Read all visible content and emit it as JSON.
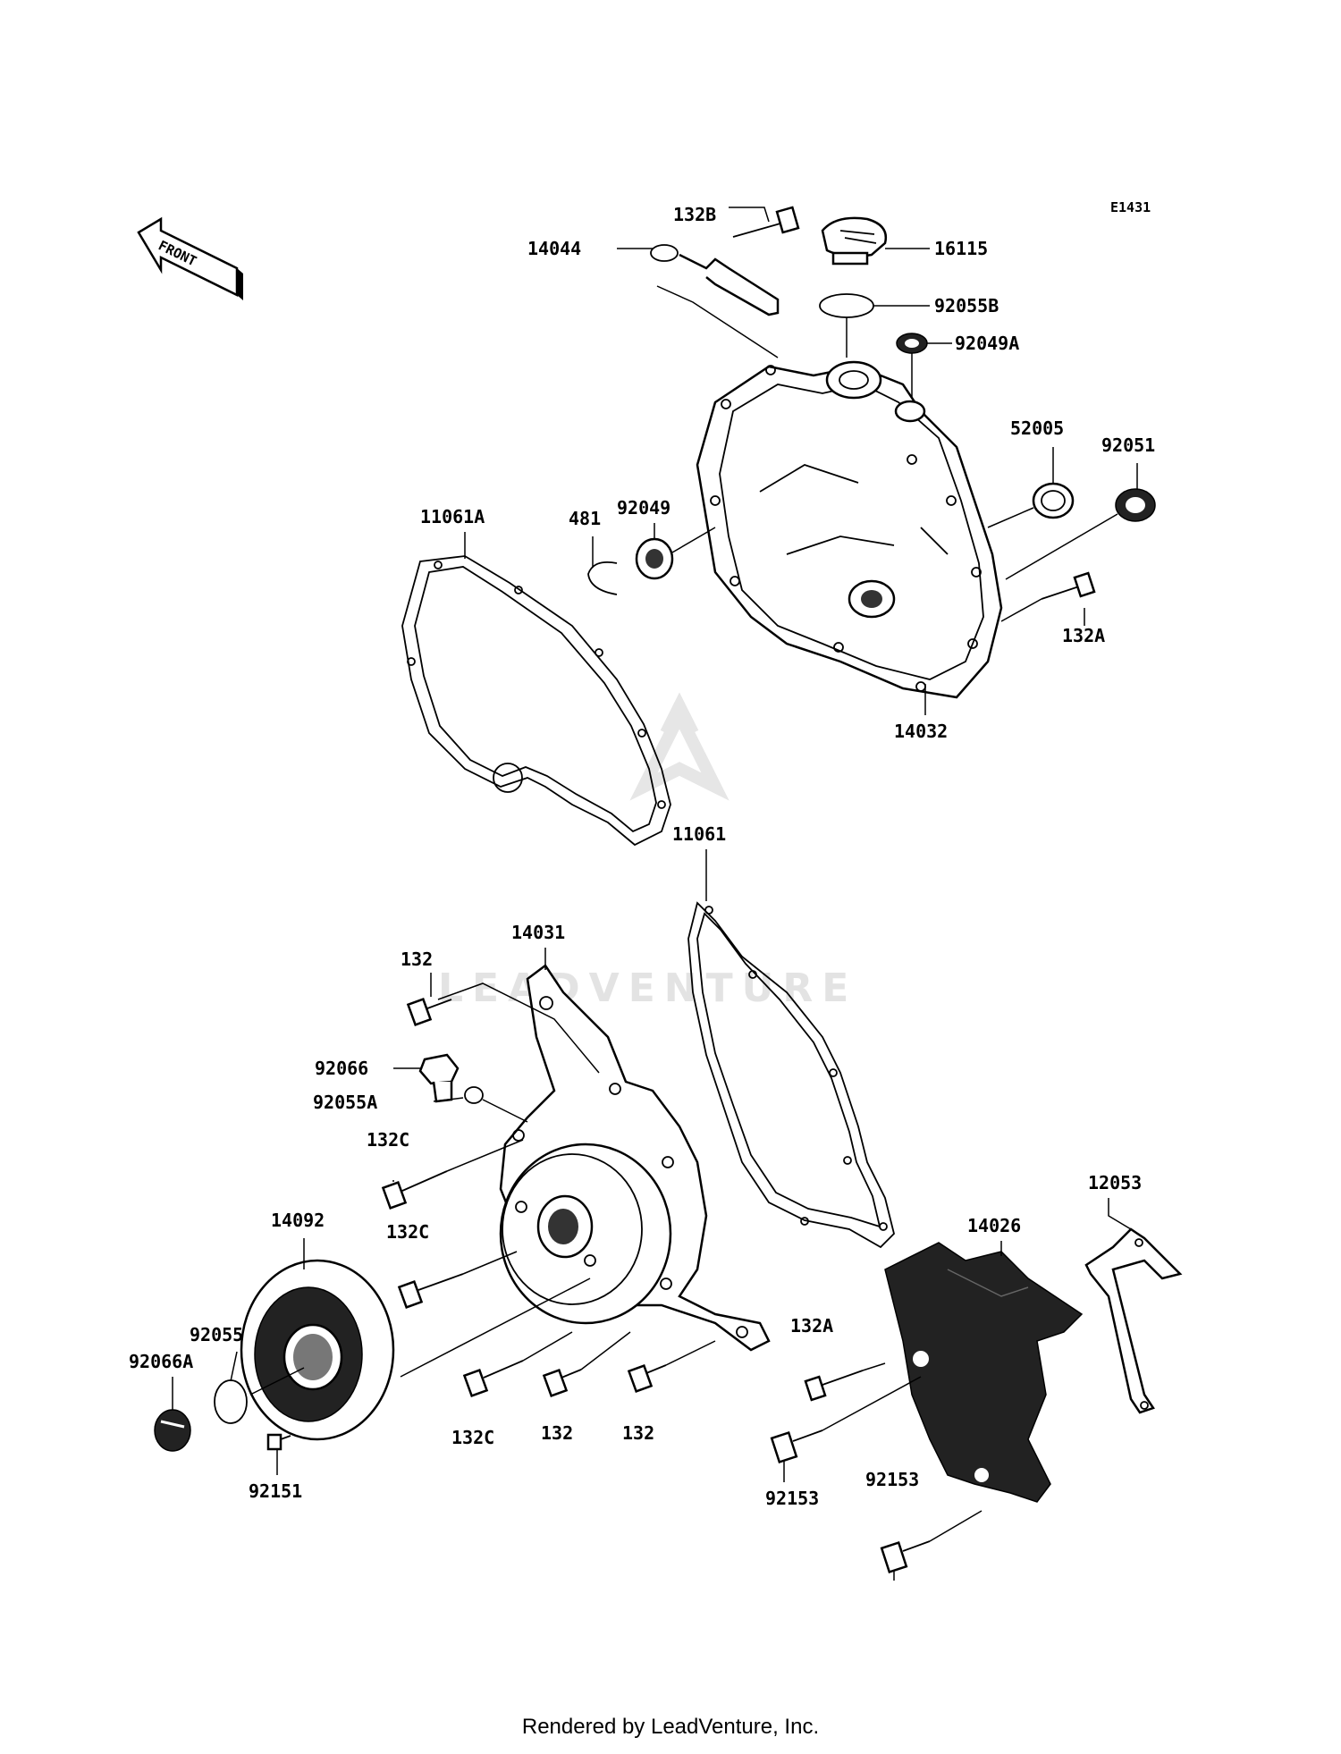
{
  "diagram_code": "E1431",
  "front_label": "FRONT",
  "watermark": "LEADVENTURE",
  "footer": "Rendered by LeadVenture, Inc.",
  "parts": {
    "p132B": "132B",
    "p14044": "14044",
    "p16115": "16115",
    "p92055B": "92055B",
    "p92049A": "92049A",
    "p52005": "52005",
    "p92051": "92051",
    "p92049": "92049",
    "p481": "481",
    "p11061A": "11061A",
    "p132A_top": "132A",
    "p14032": "14032",
    "p11061": "11061",
    "p14031": "14031",
    "p132_top": "132",
    "p92066": "92066",
    "p92055A": "92055A",
    "p132C_a": "132C",
    "p132C_b": "132C",
    "p14092": "14092",
    "p92055": "92055",
    "p92066A": "92066A",
    "p92151": "92151",
    "p132C_c": "132C",
    "p132_b": "132",
    "p132_c": "132",
    "p12053": "12053",
    "p14026": "14026",
    "p132A_b": "132A",
    "p92153_a": "92153",
    "p92153_b": "92153"
  }
}
